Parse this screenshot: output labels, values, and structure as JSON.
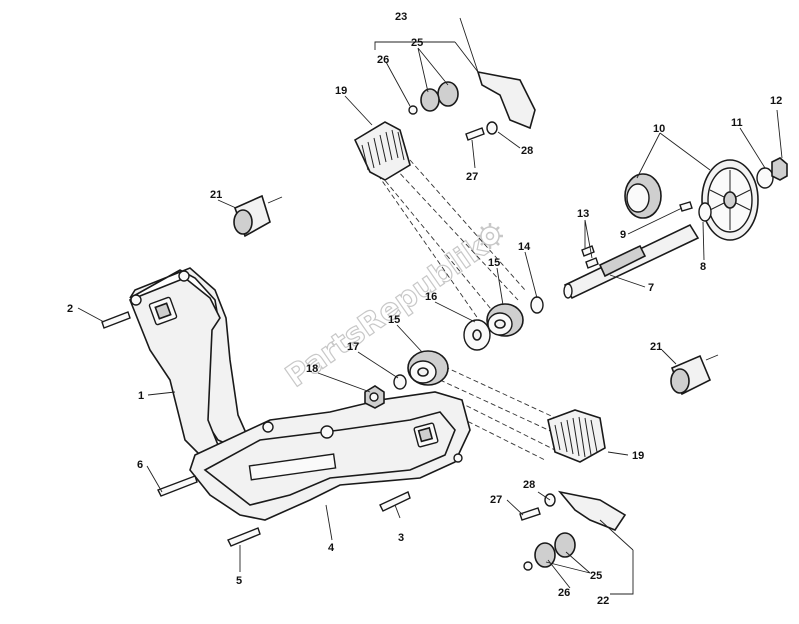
{
  "watermark": {
    "text": "PartsRepublik",
    "icon": "gear-icon"
  },
  "labels": {
    "l1": "1",
    "l2": "2",
    "l3": "3",
    "l4": "4",
    "l5": "5",
    "l6": "6",
    "l7": "7",
    "l8": "8",
    "l9": "9",
    "l10": "10",
    "l11": "11",
    "l12": "12",
    "l13": "13",
    "l14": "14",
    "l15a": "15",
    "l15b": "15",
    "l16": "16",
    "l17": "17",
    "l18": "18",
    "l19a": "19",
    "l19b": "19",
    "l21a": "21",
    "l21b": "21",
    "l22": "22",
    "l23": "23",
    "l25a": "25",
    "l25b": "25",
    "l26a": "26",
    "l26b": "26",
    "l27a": "27",
    "l27b": "27",
    "l28a": "28",
    "l28b": "28"
  }
}
